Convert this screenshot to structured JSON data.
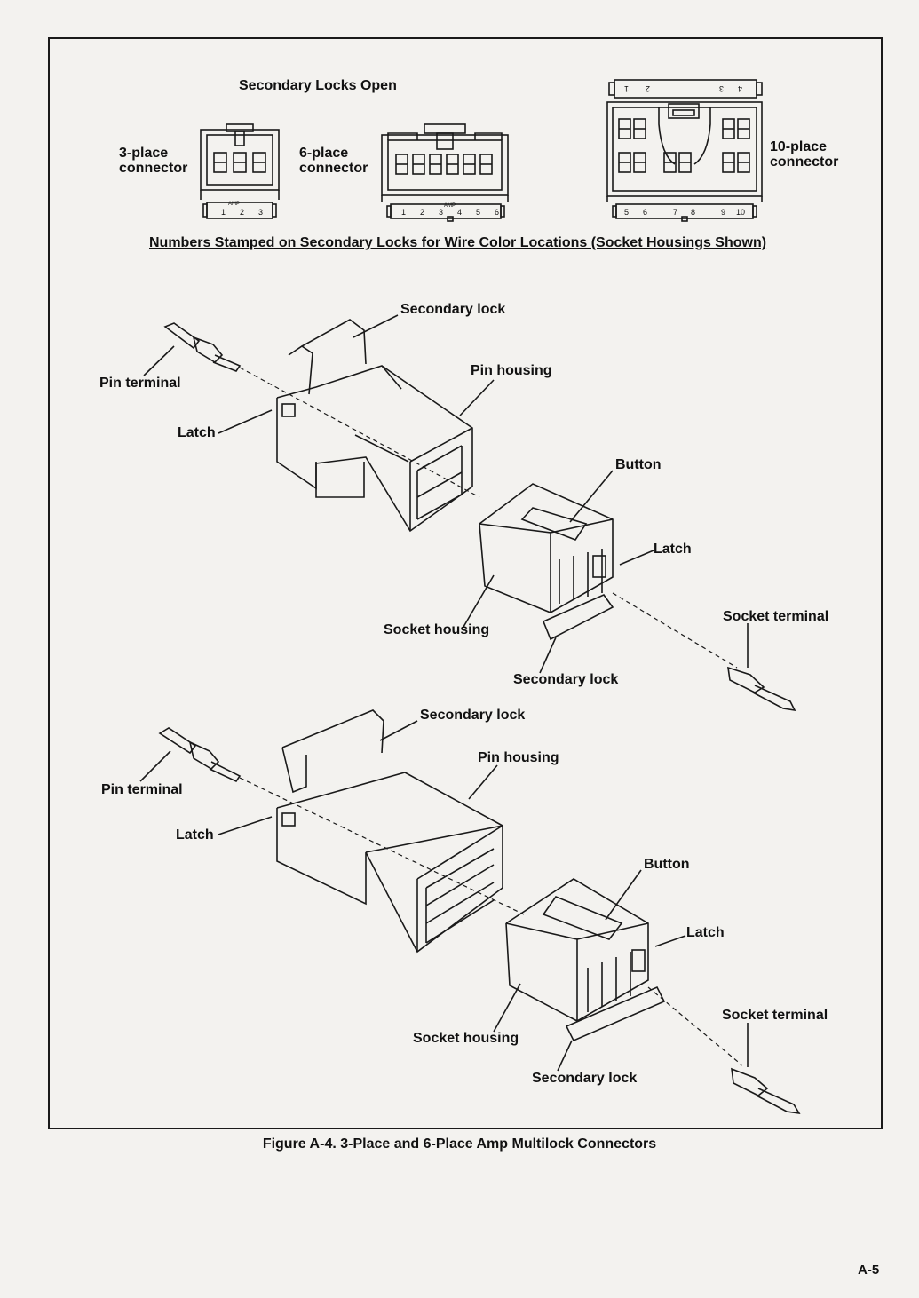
{
  "top": {
    "title": "Secondary Locks Open",
    "note": "Numbers Stamped on Secondary Locks for Wire Color Locations (Socket Housings Shown)",
    "connectors": [
      {
        "label": "3-place\nconnector",
        "numbers": [
          "1",
          "2",
          "3"
        ]
      },
      {
        "label": "6-place\nconnector",
        "numbers": [
          "1",
          "2",
          "3",
          "4",
          "5",
          "6"
        ]
      },
      {
        "label": "10-place\nconnector",
        "top_numbers": [
          "1",
          "2",
          "3",
          "4"
        ],
        "bottom_numbers": [
          "5",
          "6",
          "7",
          "8",
          "9",
          "10"
        ]
      }
    ],
    "amp_mark": "AMP"
  },
  "assembly1": {
    "pin_terminal": "Pin terminal",
    "secondary_lock_pin": "Secondary lock",
    "pin_housing": "Pin housing",
    "latch_pin": "Latch",
    "button": "Button",
    "latch_socket": "Latch",
    "socket_terminal": "Socket terminal",
    "socket_housing": "Socket housing",
    "secondary_lock_socket": "Secondary lock"
  },
  "assembly2": {
    "pin_terminal": "Pin terminal",
    "secondary_lock_pin": "Secondary lock",
    "pin_housing": "Pin housing",
    "latch_pin": "Latch",
    "button": "Button",
    "latch_socket": "Latch",
    "socket_terminal": "Socket terminal",
    "socket_housing": "Socket housing",
    "secondary_lock_socket": "Secondary lock"
  },
  "caption": "Figure A-4. 3-Place and 6-Place Amp Multilock Connectors",
  "page_number": "A-5"
}
